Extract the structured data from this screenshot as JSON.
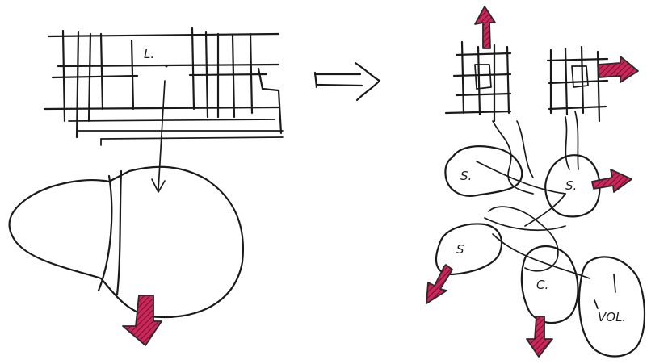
{
  "colors": {
    "ink": "#1a1a1a",
    "accent_arrow": "#c8285a",
    "background": "#ffffff"
  },
  "left_sketch": {
    "building_label": "L."
  },
  "right_sketch": {
    "small_building_label_1": "S.",
    "small_building_label_2": "S.",
    "small_building_label_3": "S",
    "commercial_label": "C.",
    "volume_label": "VOL."
  },
  "icons": {
    "transform_arrow": "right-arrow-icon",
    "outflow_arrows": "red-hatched-arrow-icon"
  }
}
